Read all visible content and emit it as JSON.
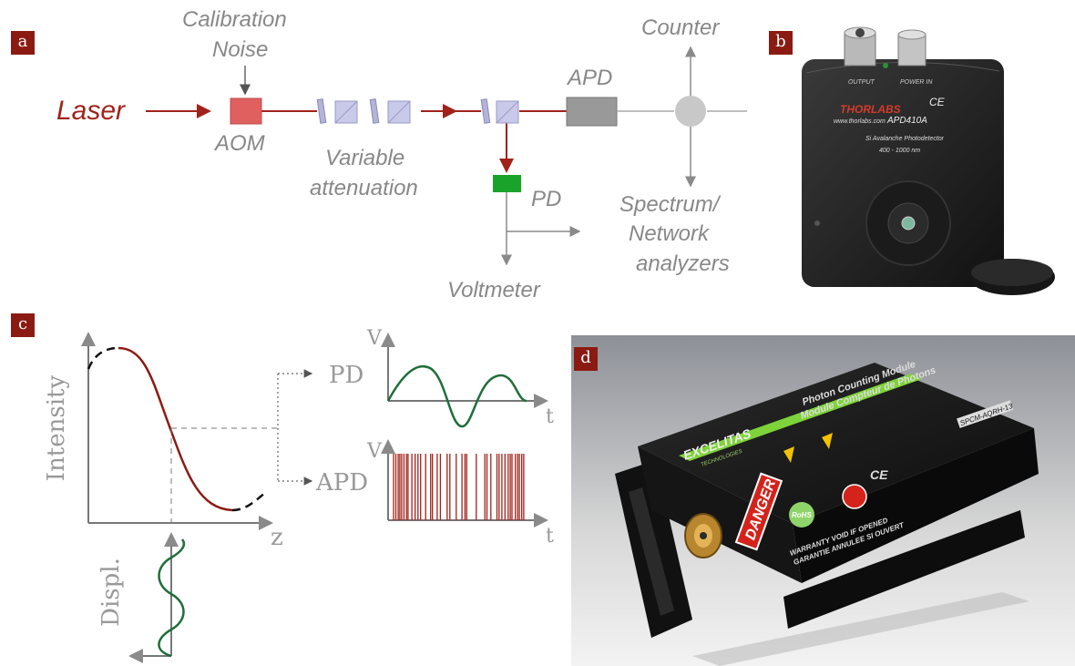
{
  "panels": {
    "a": "a",
    "b": "b",
    "c": "c",
    "d": "d"
  },
  "setup": {
    "laser": "Laser",
    "calibration_line1": "Calibration",
    "calibration_line2": "Noise",
    "aom": "AOM",
    "attenuation_line1": "Variable",
    "attenuation_line2": "attenuation",
    "apd": "APD",
    "pd": "PD",
    "counter": "Counter",
    "analyzer_line1": "Spectrum/",
    "analyzer_line2": "Network",
    "analyzer_line3": "analyzers",
    "voltmeter": "Voltmeter"
  },
  "apd_photo": {
    "brand": "THORLABS",
    "url": "www.thorlabs.com",
    "model": "APD410A",
    "desc": "Si Avalanche Photodetector",
    "range": "400 - 1000 nm",
    "ce": "CE",
    "output": "OUTPUT",
    "power": "POWER IN"
  },
  "signals": {
    "intensity": "Intensity",
    "z": "z",
    "displ": "Displ.",
    "pd": "PD",
    "apd": "APD",
    "v_top": "V",
    "t_top": "t",
    "v_bottom": "V",
    "t_bottom": "t"
  },
  "spcm_photo": {
    "brand": "EXCELITAS",
    "brand_sub": "TECHNOLOGIES",
    "title1": "Photon Counting Module",
    "title2": "Module Compteur de Photons",
    "model": "SPCM-AQRH-13",
    "danger": "DANGER",
    "warranty1": "WARRANTY VOID IF OPENED",
    "warranty2": "GARANTIE ANNULEE SI OUVERT",
    "rohs": "RoHS",
    "ce": "CE"
  },
  "colors": {
    "laser_red": "#a0221a",
    "gray": "#8a8a8a",
    "aom": "#e06060",
    "pd_green": "#1aa32a",
    "signal_green": "#1f6e3a",
    "pulse_red": "#a0221a",
    "label_bg": "#8b1a12"
  }
}
